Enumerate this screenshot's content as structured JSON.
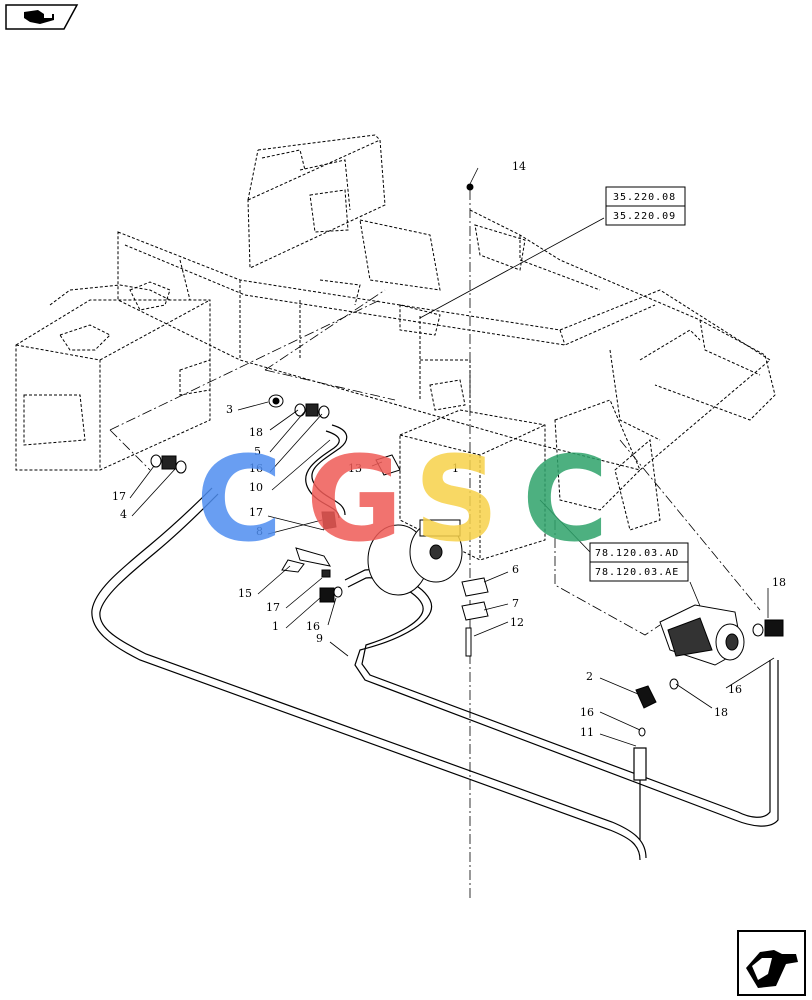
{
  "references": {
    "ref_1": "35.220.08",
    "ref_2": "35.220.09",
    "ref_3": "78.120.03.AD",
    "ref_4": "78.120.03.AE"
  },
  "callouts": {
    "c1": "14",
    "c2": "3",
    "c3": "18",
    "c4": "5",
    "c5": "16",
    "c6": "10",
    "c7": "17",
    "c8": "4",
    "c9": "13",
    "c10": "1",
    "c11": "17",
    "c12": "8",
    "c13": "15",
    "c14": "17",
    "c15": "1",
    "c16": "16",
    "c17": "9",
    "c18": "6",
    "c19": "7",
    "c20": "12",
    "c21": "18",
    "c22": "16",
    "c23": "2",
    "c24": "18",
    "c25": "16",
    "c26": "11"
  },
  "watermark": {
    "letters": [
      "C",
      "G",
      "S",
      "C"
    ],
    "colors": [
      "#4f8ef0",
      "#ef5b57",
      "#f7d24a",
      "#2ea36b"
    ]
  },
  "icons": {
    "top_nav": "hand-arrow-previous-icon",
    "bottom_nav": "hand-arrow-next-icon"
  }
}
